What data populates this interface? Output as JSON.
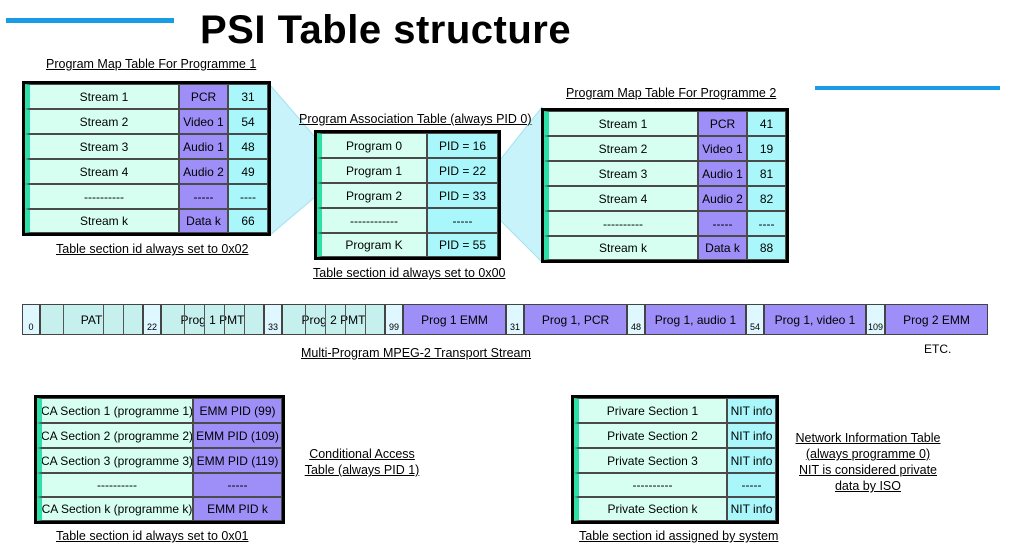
{
  "title": "PSI Table structure",
  "pmt1": {
    "heading": "Program Map Table For Programme 1",
    "rows": [
      {
        "stream": "Stream 1",
        "type": "PCR",
        "pid": "31"
      },
      {
        "stream": "Stream 2",
        "type": "Video 1",
        "pid": "54"
      },
      {
        "stream": "Stream 3",
        "type": "Audio 1",
        "pid": "48"
      },
      {
        "stream": "Stream 4",
        "type": "Audio 2",
        "pid": "49"
      },
      {
        "stream": "----------",
        "type": "-----",
        "pid": "----"
      },
      {
        "stream": "Stream k",
        "type": "Data k",
        "pid": "66"
      }
    ],
    "caption": "Table section id always set to 0x02"
  },
  "pat": {
    "heading": "Program Association Table (always PID 0)",
    "rows": [
      {
        "program": "Program 0",
        "pid": "PID = 16"
      },
      {
        "program": "Program 1",
        "pid": "PID = 22"
      },
      {
        "program": "Program 2",
        "pid": "PID = 33"
      },
      {
        "program": "------------",
        "pid": "-----"
      },
      {
        "program": "Program K",
        "pid": "PID = 55"
      }
    ],
    "caption": "Table section id always set to 0x00"
  },
  "pmt2": {
    "heading": "Program Map Table For Programme 2",
    "rows": [
      {
        "stream": "Stream 1",
        "type": "PCR",
        "pid": "41"
      },
      {
        "stream": "Stream 2",
        "type": "Video 1",
        "pid": "19"
      },
      {
        "stream": "Stream 3",
        "type": "Audio 1",
        "pid": "81"
      },
      {
        "stream": "Stream 4",
        "type": "Audio 2",
        "pid": "82"
      },
      {
        "stream": "----------",
        "type": "-----",
        "pid": "----"
      },
      {
        "stream": "Stream k",
        "type": "Data k",
        "pid": "88"
      }
    ]
  },
  "transport": {
    "caption": "Multi-Program MPEG-2 Transport Stream",
    "etc": "ETC.",
    "pids": [
      "0",
      "22",
      "33",
      "99",
      "31",
      "48",
      "54",
      "109"
    ],
    "packets": [
      "PAT",
      "Prog 1 PMT",
      "Prog 2 PMT",
      "Prog 1 EMM",
      "Prog 1, PCR",
      "Prog 1, audio 1",
      "Prog 1, video 1",
      "Prog 2 EMM"
    ]
  },
  "cat": {
    "rows": [
      {
        "section": "CA Section 1 (programme 1)",
        "emm": "EMM PID (99)"
      },
      {
        "section": "CA Section 2 (programme 2)",
        "emm": "EMM PID (109)"
      },
      {
        "section": "CA Section 3 (programme 3)",
        "emm": "EMM PID (119)"
      },
      {
        "section": "----------",
        "emm": "-----"
      },
      {
        "section": "CA Section k (programme k)",
        "emm": "EMM PID k"
      }
    ],
    "label_line1": "Conditional Access",
    "label_line2": "Table (always PID 1)",
    "caption": "Table section id always set to 0x01"
  },
  "nit": {
    "rows": [
      {
        "section": "Privare Section 1",
        "info": "NIT info"
      },
      {
        "section": "Private Section 2",
        "info": "NIT info"
      },
      {
        "section": "Private Section 3",
        "info": "NIT info"
      },
      {
        "section": "----------",
        "info": "-----"
      },
      {
        "section": "Private Section k",
        "info": "NIT info"
      }
    ],
    "label_line1": "Network Information Table",
    "label_line2": "(always programme 0)",
    "label_line3": "NIT is considered private",
    "label_line4": "data by ISO",
    "caption": "Table section id assigned by system"
  }
}
